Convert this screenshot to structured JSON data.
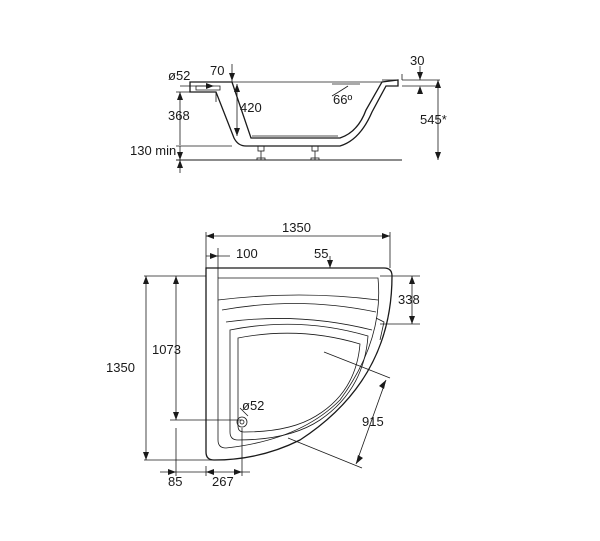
{
  "side_view": {
    "dim_70": "70",
    "dim_30": "30",
    "dim_d52": "ø52",
    "dim_420": "420",
    "dim_66deg": "66º",
    "dim_368": "368",
    "dim_545": "545*",
    "dim_130min": "130 min"
  },
  "top_view": {
    "dim_1350_top": "1350",
    "dim_100": "100",
    "dim_55": "55",
    "dim_338": "338",
    "dim_1073": "1073",
    "dim_1350_left": "1350",
    "dim_d52": "ø52",
    "dim_915": "915",
    "dim_85": "85",
    "dim_267": "267"
  }
}
